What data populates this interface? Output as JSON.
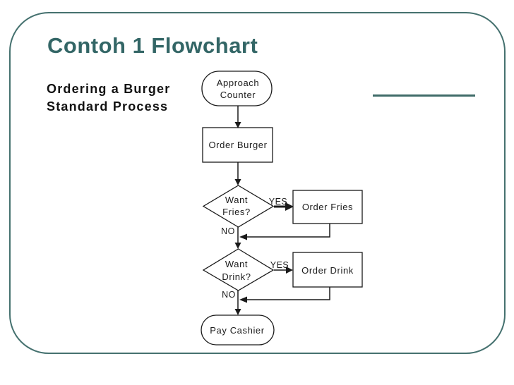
{
  "slide": {
    "title": "Contoh 1 Flowchart",
    "accent_color": "#336666",
    "frame_color": "#45716f"
  },
  "caption": {
    "line1": "Ordering a Burger",
    "line2": "Standard Process"
  },
  "flowchart": {
    "start": {
      "type": "terminator",
      "line1": "Approach",
      "line2": "Counter"
    },
    "order_burger": {
      "type": "process",
      "label": "Order Burger"
    },
    "want_fries": {
      "type": "decision",
      "line1": "Want",
      "line2": "Fries?"
    },
    "order_fries": {
      "type": "process",
      "label": "Order Fries"
    },
    "want_drink": {
      "type": "decision",
      "line1": "Want",
      "line2": "Drink?"
    },
    "order_drink": {
      "type": "process",
      "label": "Order Drink"
    },
    "pay_cashier": {
      "type": "terminator",
      "label": "Pay Cashier"
    },
    "labels": {
      "yes_fries": "YES",
      "no_fries": "NO",
      "yes_drink": "YES",
      "no_drink": "NO"
    }
  }
}
